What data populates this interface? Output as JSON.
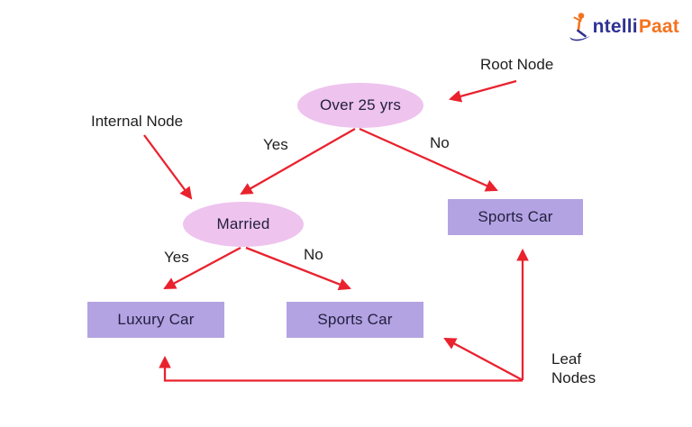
{
  "brand": {
    "name_prefix": "ntelli",
    "name_suffix": "Paat",
    "color_indigo": "#2e3192",
    "color_orange": "#f4731f"
  },
  "colors": {
    "background": "#ffffff",
    "arrow_red": "#e9222e",
    "ellipse_fill": "#eec3ee",
    "rect_fill": "#b3a3e2",
    "node_text": "#221e3f",
    "label_text": "#1e1e1e"
  },
  "tree": {
    "type": "decision-tree",
    "nodes": {
      "root": {
        "label": "Over 25 yrs",
        "shape": "ellipse",
        "role": "root"
      },
      "internal": {
        "label": "Married",
        "shape": "ellipse",
        "role": "internal"
      },
      "leaf_right": {
        "label": "Sports Car",
        "shape": "rect",
        "role": "leaf"
      },
      "leaf_left": {
        "label": "Luxury Car",
        "shape": "rect",
        "role": "leaf"
      },
      "leaf_middle": {
        "label": "Sports Car",
        "shape": "rect",
        "role": "leaf"
      }
    },
    "edges": [
      {
        "from": "root",
        "to": "internal",
        "label": "Yes"
      },
      {
        "from": "root",
        "to": "leaf_right",
        "label": "No"
      },
      {
        "from": "internal",
        "to": "leaf_left",
        "label": "Yes"
      },
      {
        "from": "internal",
        "to": "leaf_middle",
        "label": "No"
      }
    ]
  },
  "annotations": {
    "root_node": "Root Node",
    "internal_node": "Internal Node",
    "leaf_nodes": "Leaf Nodes"
  }
}
